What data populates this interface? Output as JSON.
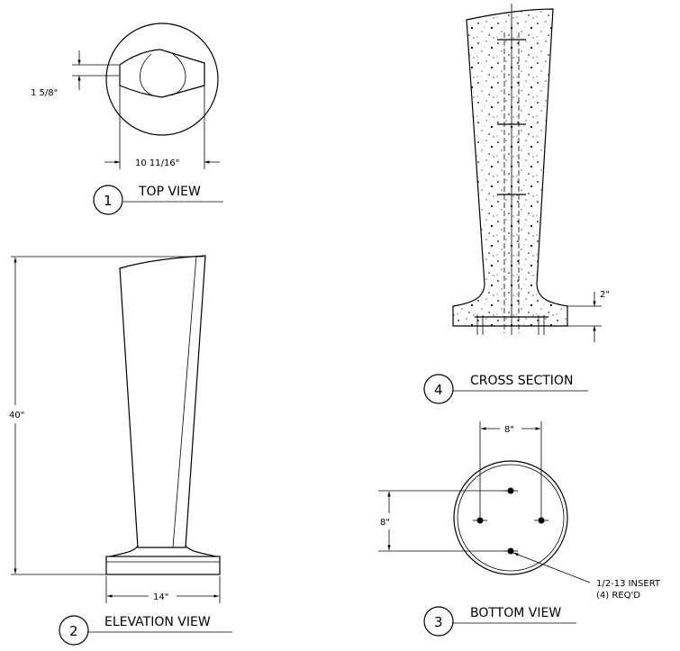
{
  "views": {
    "top": {
      "number": "1",
      "title": "TOP VIEW",
      "dim_thickness": "1 5/8\"",
      "dim_width": "10 11/16\""
    },
    "elevation": {
      "number": "2",
      "title": "ELEVATION VIEW",
      "dim_height": "40\"",
      "dim_base": "14\""
    },
    "bottom": {
      "number": "3",
      "title": "BOTTOM VIEW",
      "dim_h": "8\"",
      "dim_v": "8\"",
      "note_line1": "1/2-13 INSERT",
      "note_line2": "(4) REQ'D"
    },
    "section": {
      "number": "4",
      "title": "CROSS SECTION",
      "dim_base": "2\""
    }
  },
  "colors": {
    "ink": "#000000",
    "paper": "#ffffff"
  }
}
